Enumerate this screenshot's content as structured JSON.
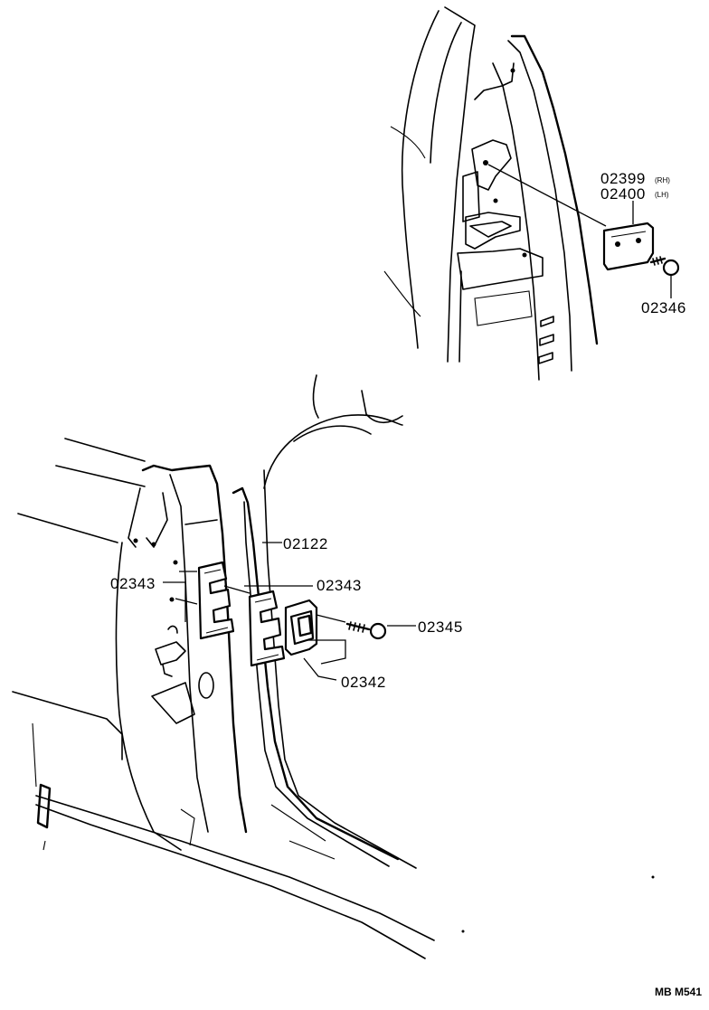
{
  "labels": {
    "p02399": "02399",
    "p02399_side": "(RH)",
    "p02400": "02400",
    "p02400_side": "(LH)",
    "p02346": "02346",
    "p02122": "02122",
    "p02343_left": "02343",
    "p02343_right": "02343",
    "p02345": "02345",
    "p02342": "02342"
  },
  "diagram_code": "MB M541"
}
